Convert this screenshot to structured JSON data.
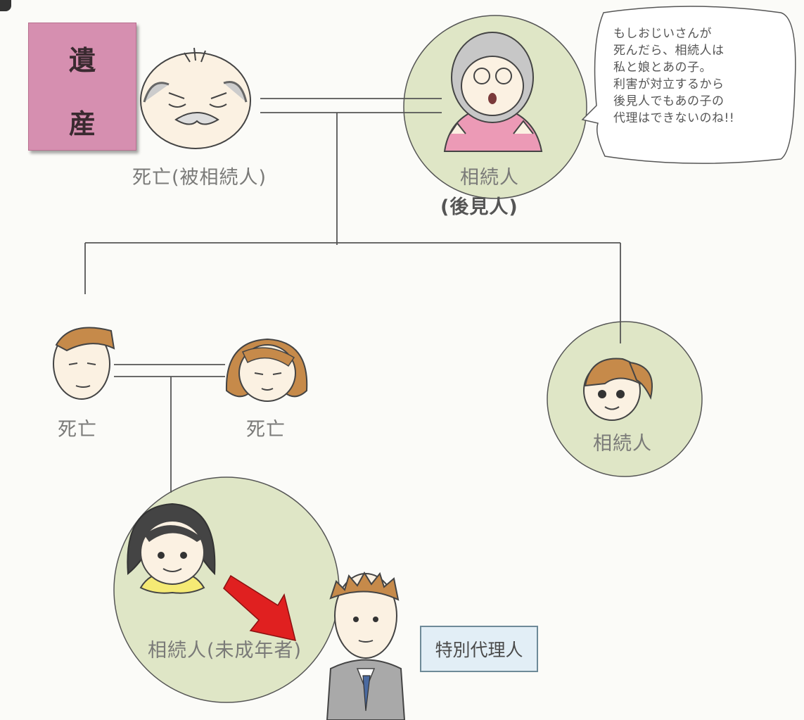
{
  "estate": {
    "char1": "遺",
    "char2": "産"
  },
  "grandfather": {
    "label": "死亡(被相続人)"
  },
  "grandmother": {
    "label": "相続人",
    "sublabel": "(後見人)"
  },
  "speech_bubble": {
    "lines": [
      "もしおじいさんが",
      "死んだら、相続人は",
      "私と娘とあの子。",
      "利害が対立するから",
      "後見人でもあの子の",
      "代理はできないのね!!"
    ]
  },
  "father": {
    "label": "死亡"
  },
  "mother": {
    "label": "死亡"
  },
  "daughter": {
    "label": "相続人"
  },
  "grandchild": {
    "label": "相続人(未成年者)"
  },
  "special_agent": {
    "label": "特別代理人"
  },
  "colors": {
    "circle_fill": "#dfe6c6",
    "estate_box": "#d68fb0",
    "arrow": "#e02020",
    "line": "#555555"
  }
}
